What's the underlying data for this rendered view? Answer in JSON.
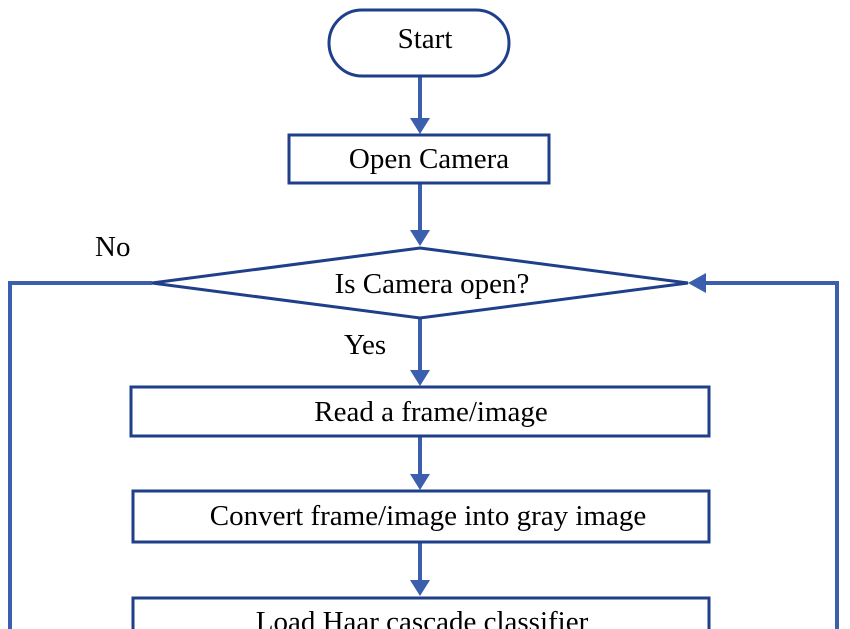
{
  "colors": {
    "node_border": "#1f3f8a",
    "connector": "#3b5fae",
    "text": "#000000",
    "background": "#ffffff"
  },
  "nodes": {
    "start": "Start",
    "open_camera": "Open Camera",
    "decision": "Is Camera open?",
    "read_frame": "Read a frame/image",
    "convert_gray": "Convert frame/image into gray image",
    "load_classifier": "Load Haar cascade classifier"
  },
  "edge_labels": {
    "no": "No",
    "yes": "Yes"
  }
}
